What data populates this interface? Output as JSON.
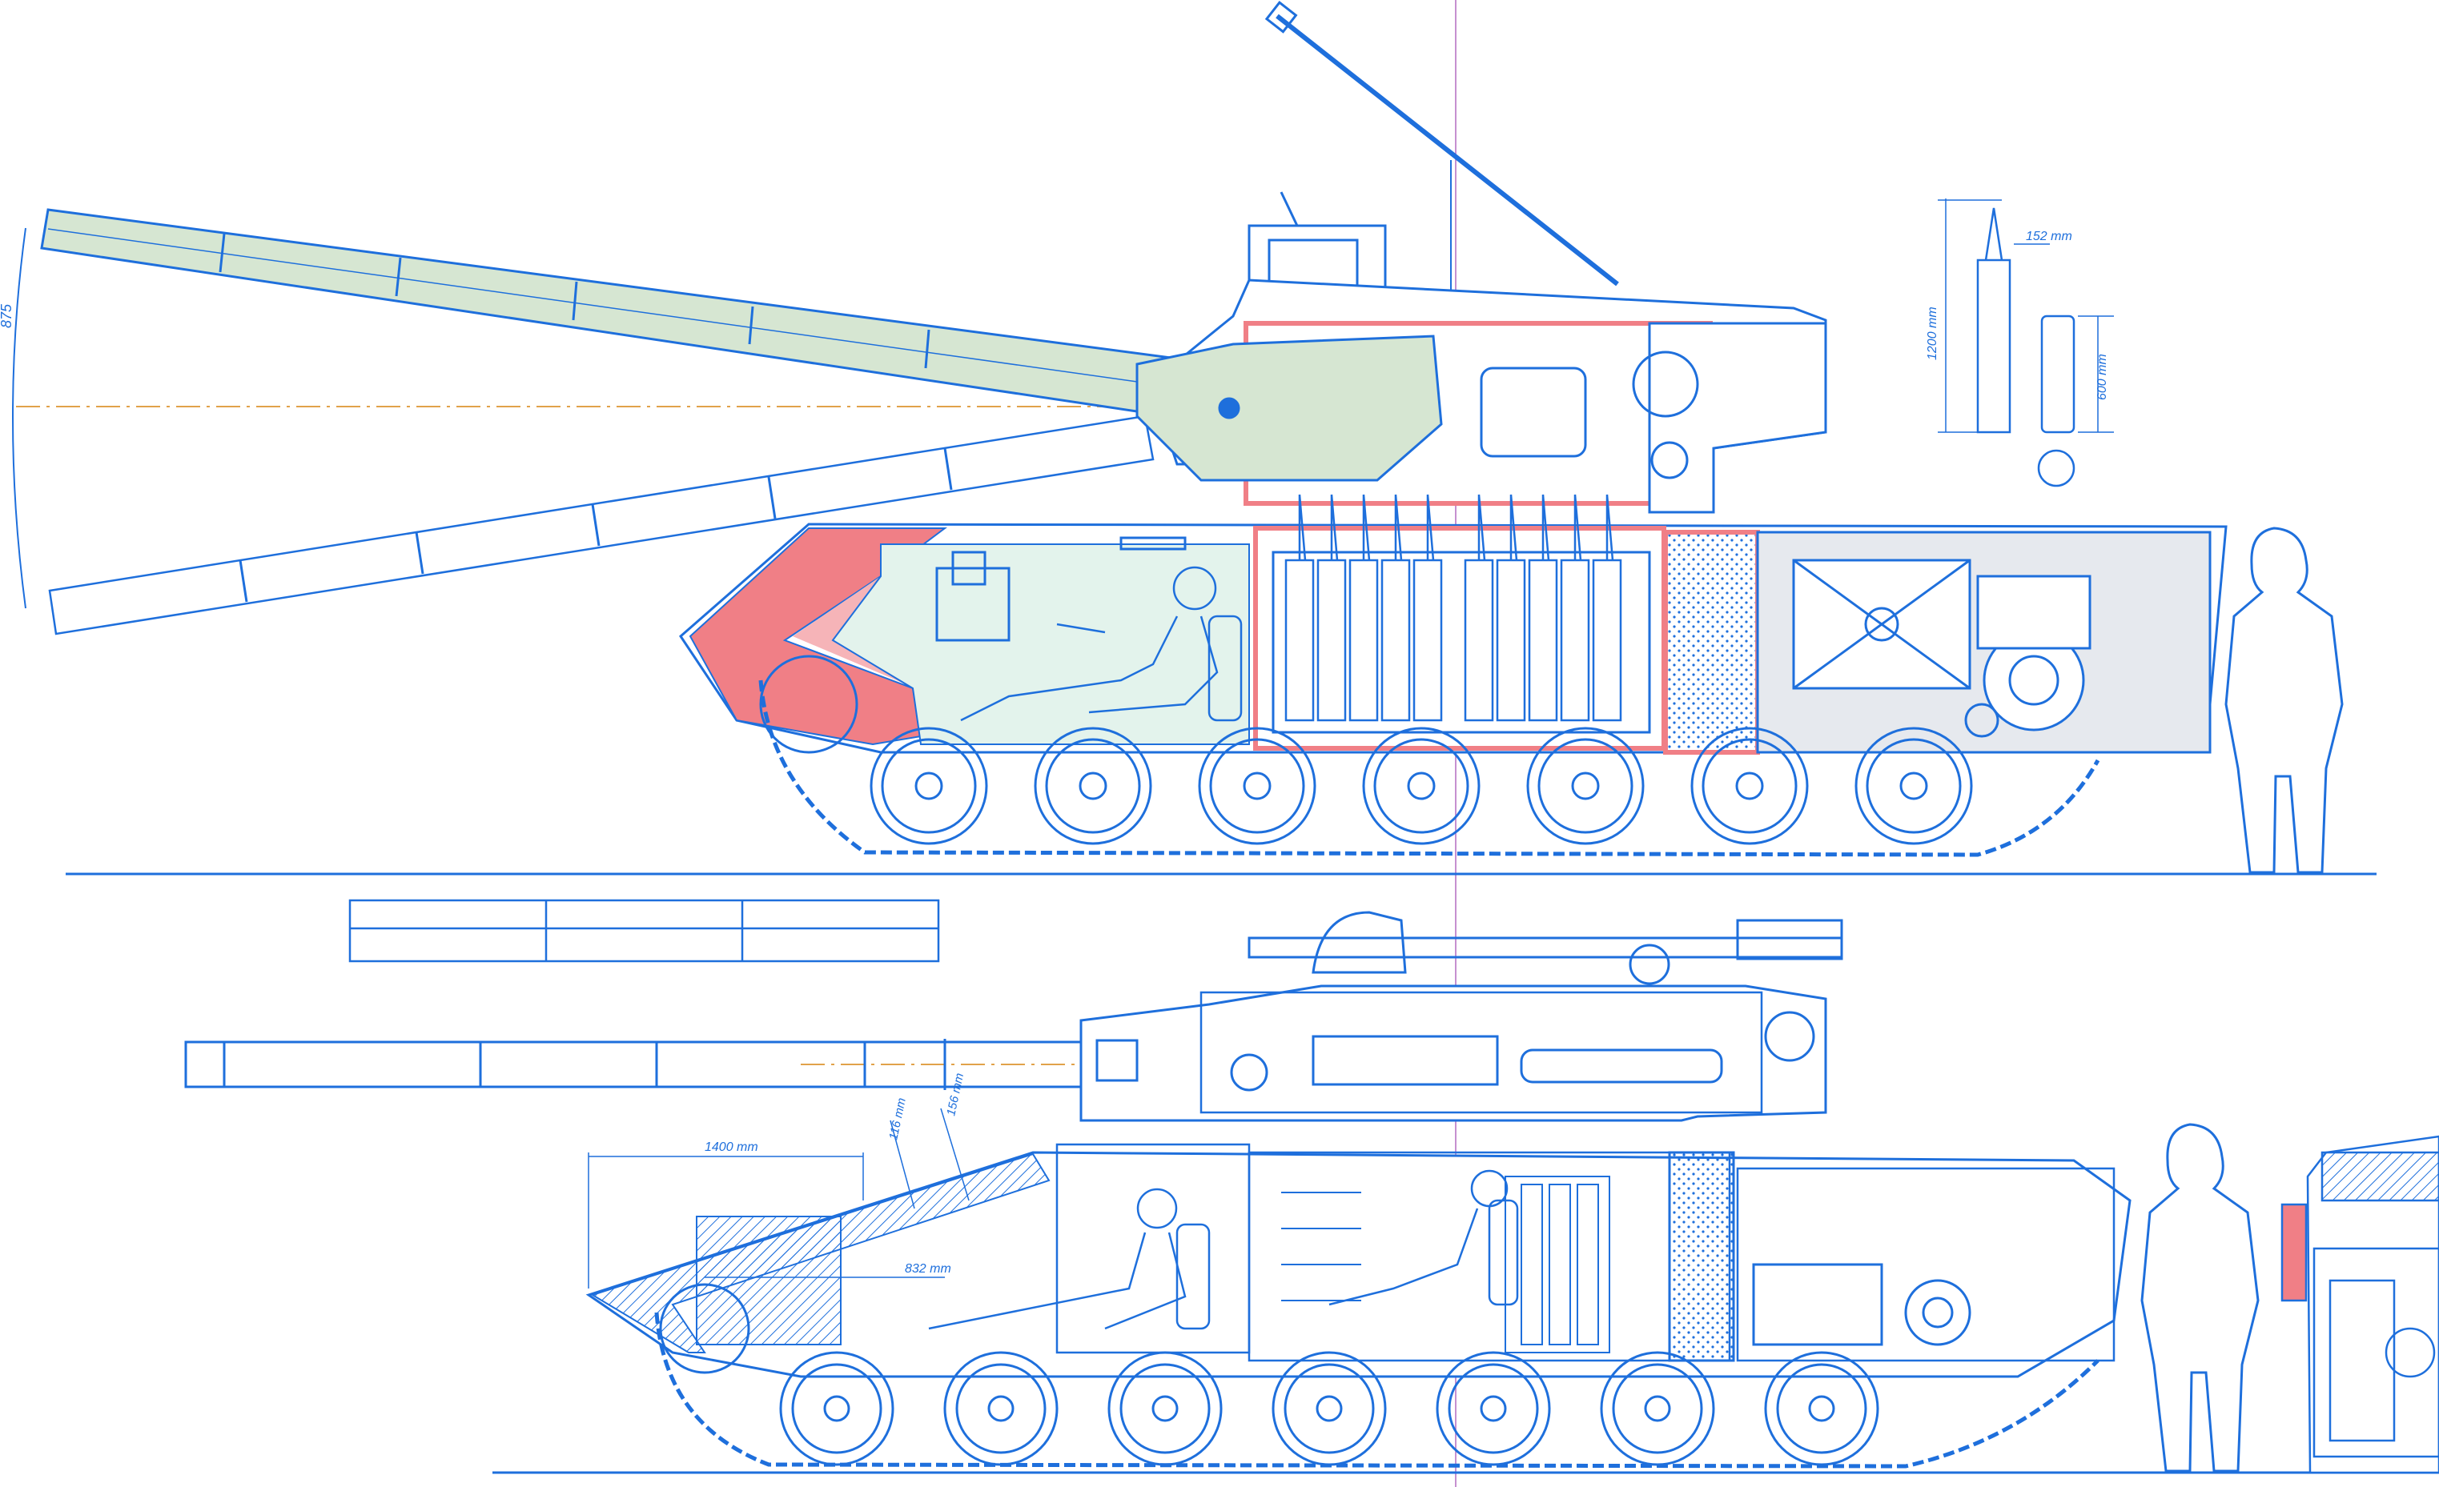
{
  "drawing": {
    "colors": {
      "line": "#1e6fdc",
      "line_dark": "#0a4fb0",
      "armor": "#f07f86",
      "armor_light": "#f6b4b8",
      "crew_fill": "#e3f3ec",
      "gun_fill": "#d6e6d2",
      "hull_grey": "#d9dde3",
      "center_line": "#e1a24a",
      "axis_line": "#b46cc0",
      "ground": "#1e6fdc"
    },
    "upper_view": {
      "dims": {
        "elevation_arc": "875",
        "round_length": "1200 mm",
        "round_caliber": "152 mm",
        "case_length": "600 mm"
      }
    },
    "lower_view": {
      "dims": {
        "glacis_length": "1400 mm",
        "plate_a": "116 mm",
        "plate_b": "156 mm",
        "inner_length": "832 mm"
      }
    },
    "title_block": {
      "cells": [
        "",
        "",
        ""
      ]
    }
  }
}
